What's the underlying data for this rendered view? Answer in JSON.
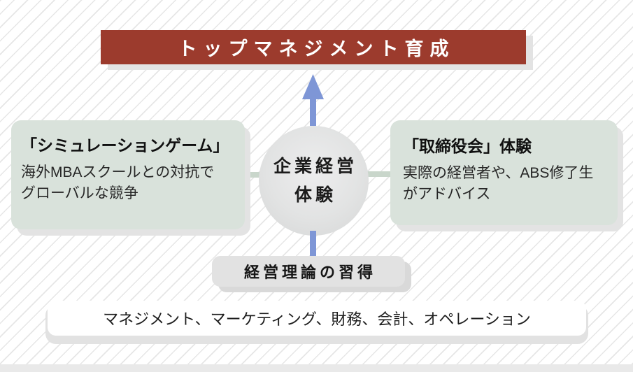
{
  "diagram": {
    "banner_title": "トップマネジメント育成",
    "center": {
      "line1": "企業経営",
      "line2": "体験"
    },
    "left_box": {
      "title": "「シミュレーションゲーム」",
      "body_line1": "海外MBAスクールとの対抗で",
      "body_line2": "グローバルな競争"
    },
    "right_box": {
      "title": "「取締役会」体験",
      "body_line1": "実際の経営者や、ABS修了生",
      "body_line2": "がアドバイス"
    },
    "bottom_pill": "経営理論の習得",
    "bottom_box": "マネジメント、マーケティング、財務、会計、オペレーション"
  },
  "colors": {
    "banner": "#9c3b2d",
    "arrow": "#7e96d6",
    "box": "#d9e2db",
    "pill": "#e2e2e2",
    "circle": "#e0e1e1",
    "shadow": "#e3e3e3"
  }
}
